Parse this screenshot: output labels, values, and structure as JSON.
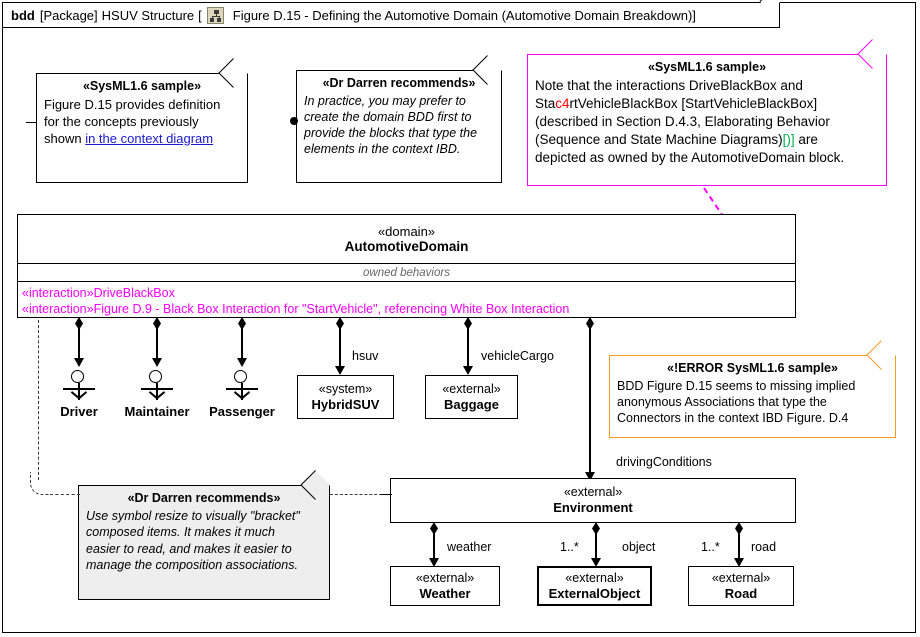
{
  "header": {
    "kind": "bdd",
    "package": "[Package]",
    "package_name": "HSUV Structure",
    "open_bracket": "[",
    "icon": "block-definition-diagram-icon",
    "title": "Figure D.15 - Defining the Automotive Domain (Automotive Domain Breakdown)]"
  },
  "notes": {
    "sysml_sample": {
      "stereotype": "«SysML1.6 sample»",
      "line1": "Figure D.15 provides definition",
      "line2": "for the concepts previously",
      "line3_prefix": "shown ",
      "link": "in the context diagram"
    },
    "darren_top": {
      "stereotype": "«Dr Darren recommends»",
      "line1": "In practice, you may prefer to",
      "line2": "create the domain BDD first to",
      "line3": "provide the blocks that type the",
      "line4": "elements in the context IBD."
    },
    "magenta": {
      "stereotype": "«SysML1.6 sample»",
      "line1": "Note that the interactions DriveBlackBox and",
      "line2a": "Sta",
      "line2b": "c4",
      "line2c": "rtVehicleBlackBox [StartVehicleBlackBox]",
      "line3": "(described in Section D.4.3, Elaborating Behavior",
      "line4a": "(Sequence and State Machine Diagrams)",
      "line4b": "[)]",
      "line4c": " are",
      "line5": "depicted as owned by the AutomotiveDomain block."
    },
    "error": {
      "stereotype": "«!ERROR SysML1.6 sample»",
      "line1": "BDD Figure D.15 seems to missing implied",
      "line2": "anonymous Associations that type the",
      "line3": "Connectors in the context IBD Figure. D.4"
    },
    "darren_bottom": {
      "stereotype": "«Dr Darren recommends»",
      "line1": "Use symbol resize to visually \"bracket\"",
      "line2": "composed items. It makes it much",
      "line3": "easier to read, and makes it easier to",
      "line4": "manage the composition associations."
    }
  },
  "domain_block": {
    "stereotype": "«domain»",
    "name": "AutomotiveDomain",
    "compartment_title": "owned behaviors",
    "behaviors": [
      "«interaction»DriveBlackBox",
      "«interaction»Figure D.9 - Black Box Interaction for \"StartVehicle\", referencing White Box Interaction"
    ]
  },
  "actors": [
    {
      "name": "Driver"
    },
    {
      "name": "Maintainer"
    },
    {
      "name": "Passenger"
    }
  ],
  "blocks": [
    {
      "id": "hybridsuv",
      "stereotype": "«system»",
      "name": "HybridSUV"
    },
    {
      "id": "baggage",
      "stereotype": "«external»",
      "name": "Baggage"
    },
    {
      "id": "environment",
      "stereotype": "«external»",
      "name": "Environment"
    },
    {
      "id": "weather",
      "stereotype": "«external»",
      "name": "Weather"
    },
    {
      "id": "externalobject",
      "stereotype": "«external»",
      "name": "ExternalObject"
    },
    {
      "id": "road",
      "stereotype": "«external»",
      "name": "Road"
    }
  ],
  "association_labels": {
    "hsuv": "hsuv",
    "vehicleCargo": "vehicleCargo",
    "drivingConditions": "drivingConditions",
    "weather": "weather",
    "object": "object",
    "object_mult": "1..*",
    "road": "road",
    "road_mult": "1..*"
  },
  "colors": {
    "magenta": "#ff00ff",
    "orange": "#f59a23",
    "link": "#1a19cf",
    "red": "#ff0000",
    "green": "#00b050",
    "note_gray": "#eeeeee"
  }
}
